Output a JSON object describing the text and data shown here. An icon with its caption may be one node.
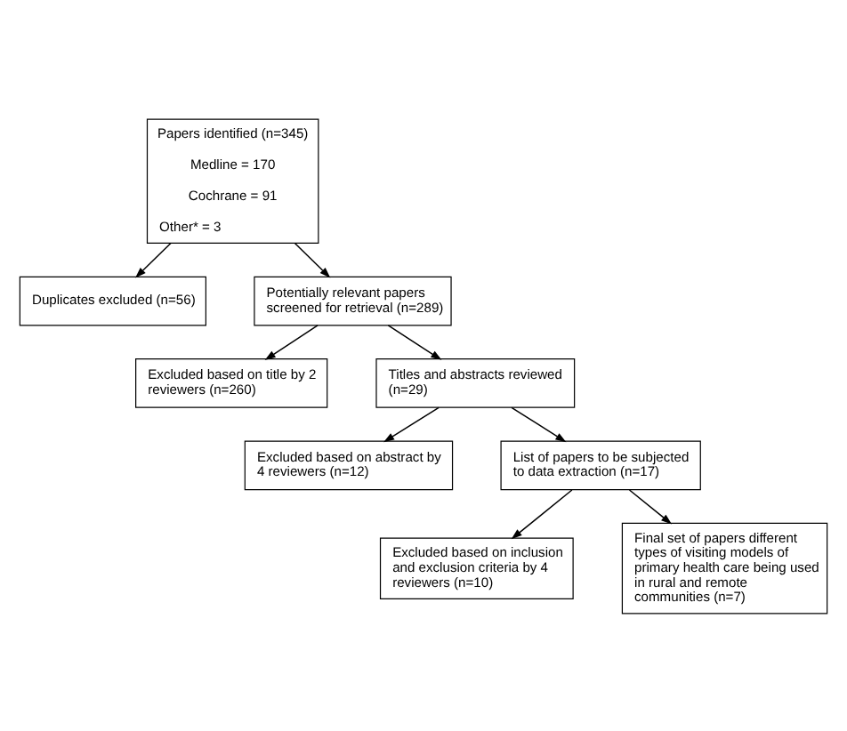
{
  "diagram": {
    "nodes": [
      {
        "text": [
          "Papers identified (n=345)",
          "Medline = 170",
          "Cochrane = 91",
          "Other* = 3"
        ]
      },
      {
        "text": [
          "Duplicates excluded (n=56)"
        ]
      },
      {
        "text": [
          "Potentially relevant papers screened for retrieval (n=289)"
        ]
      },
      {
        "text": [
          "Excluded based on title by 2 reviewers (n=260)"
        ]
      },
      {
        "text": [
          "Titles and abstracts reviewed (n=29)"
        ]
      },
      {
        "text": [
          "Excluded based on abstract by 4 reviewers (n=12)"
        ]
      },
      {
        "text": [
          "List of papers to be subjected to data extraction (n=17)"
        ]
      },
      {
        "text": [
          "Excluded based on inclusion and exclusion criteria by 4 reviewers (n=10)"
        ]
      },
      {
        "text": [
          "Final set of papers different types of visiting models of primary health care being used in rural and remote communities (n=7)"
        ]
      }
    ],
    "edges": [
      {
        "from": 0,
        "to": 1,
        "arrow": "to"
      },
      {
        "from": 0,
        "to": 2,
        "arrow": "to"
      },
      {
        "from": 2,
        "to": 3,
        "arrow": "to"
      },
      {
        "from": 2,
        "to": 4,
        "arrow": "to"
      },
      {
        "from": 4,
        "to": 5,
        "arrow": "to"
      },
      {
        "from": 4,
        "to": 6,
        "arrow": "to"
      },
      {
        "from": 6,
        "to": 7,
        "arrow": "to"
      },
      {
        "from": 6,
        "to": 8,
        "arrow": "to"
      }
    ]
  }
}
